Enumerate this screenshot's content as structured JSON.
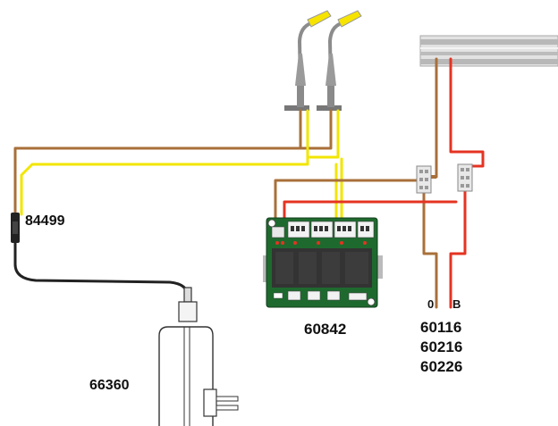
{
  "labels": {
    "cable_connector": "84499",
    "transformer": "66360",
    "decoder": "60842",
    "terminal_0": "0",
    "terminal_b": "B",
    "track_1": "60116",
    "track_2": "60216",
    "track_3": "60226"
  },
  "colors": {
    "brown_wire": "#a8703a",
    "yellow_wire": "#f2e600",
    "red_wire": "#e53322",
    "black_wire": "#222222",
    "board_green": "#1e6a2e",
    "board_dark": "#333333",
    "lamp_grey": "#8c8c8c",
    "lamp_glow": "#f6e300",
    "track_grey": "#cfcfcf"
  },
  "icons": {
    "lamp_left": "street-lamp-icon",
    "lamp_right": "street-lamp-icon",
    "transformer": "power-adapter-icon",
    "decoder": "circuit-board-icon",
    "track": "rail-track-icon"
  }
}
